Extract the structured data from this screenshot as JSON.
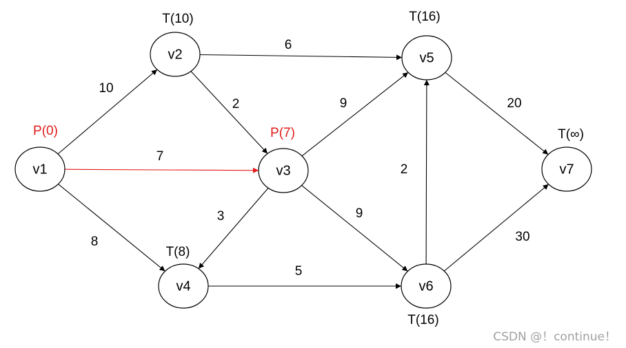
{
  "colors": {
    "default": "#000000",
    "highlight": "#e31a1a"
  },
  "nodes": [
    {
      "id": "v1",
      "label": "v1",
      "status": "P(0)",
      "status_color": "#e31a1a"
    },
    {
      "id": "v2",
      "label": "v2",
      "status": "T(10)",
      "status_color": "#000000"
    },
    {
      "id": "v3",
      "label": "v3",
      "status": "P(7)",
      "status_color": "#e31a1a"
    },
    {
      "id": "v4",
      "label": "v4",
      "status": "T(8)",
      "status_color": "#000000"
    },
    {
      "id": "v5",
      "label": "v5",
      "status": "T(16)",
      "status_color": "#000000"
    },
    {
      "id": "v6",
      "label": "v6",
      "status": "T(16)",
      "status_color": "#000000"
    },
    {
      "id": "v7",
      "label": "v7",
      "status": "T(∞)",
      "status_color": "#000000"
    }
  ],
  "edges": [
    {
      "from": "v1",
      "to": "v2",
      "weight": "10",
      "highlight": false
    },
    {
      "from": "v1",
      "to": "v3",
      "weight": "7",
      "highlight": true
    },
    {
      "from": "v1",
      "to": "v4",
      "weight": "8",
      "highlight": false
    },
    {
      "from": "v2",
      "to": "v5",
      "weight": "6",
      "highlight": false
    },
    {
      "from": "v2",
      "to": "v3",
      "weight": "2",
      "highlight": false
    },
    {
      "from": "v3",
      "to": "v5",
      "weight": "9",
      "highlight": false
    },
    {
      "from": "v3",
      "to": "v4",
      "weight": "3",
      "highlight": false
    },
    {
      "from": "v3",
      "to": "v6",
      "weight": "9",
      "highlight": false
    },
    {
      "from": "v4",
      "to": "v6",
      "weight": "5",
      "highlight": false
    },
    {
      "from": "v6",
      "to": "v5",
      "weight": "2",
      "highlight": false
    },
    {
      "from": "v5",
      "to": "v7",
      "weight": "20",
      "highlight": false
    },
    {
      "from": "v6",
      "to": "v7",
      "weight": "30",
      "highlight": false
    }
  ],
  "watermark": "CSDN @！continue！"
}
